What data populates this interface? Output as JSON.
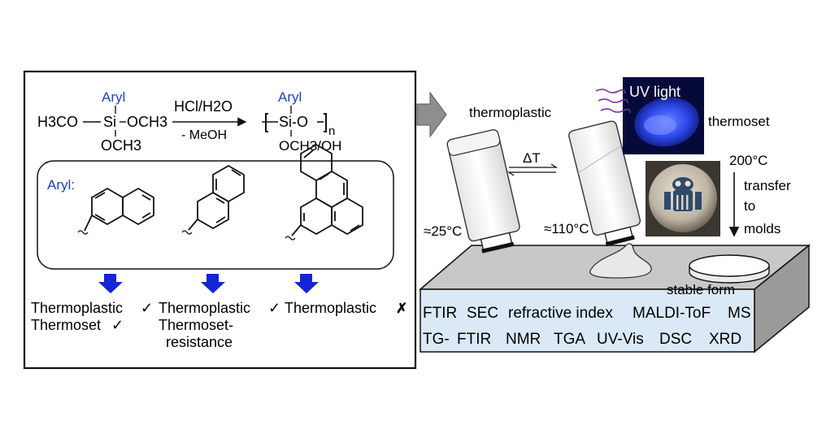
{
  "reaction": {
    "aryl_top": "Aryl",
    "reactant_left": "H3CO",
    "reactant_si": "Si",
    "reactant_right": "OCH3",
    "reactant_bottom": "OCH3",
    "reagent_top": "HCl/H2O",
    "reagent_bottom": "- MeOH",
    "product_aryl": "Aryl",
    "product_chain": "Si-O",
    "product_n": "n",
    "product_bottom": "OCH3/OH"
  },
  "aryl_box": {
    "label": "Aryl:"
  },
  "outcomes": [
    {
      "line1": "Thermoplastic",
      "mark1": "✓",
      "line2": "Thermoset",
      "mark2": "✓",
      "line3": ""
    },
    {
      "line1": "Thermoplastic",
      "mark1": "✓",
      "line2": "Thermoset-",
      "mark2": "",
      "line3": "resistance"
    },
    {
      "line1": "Thermoplastic",
      "mark1": "✗",
      "line2": "",
      "mark2": "",
      "line3": ""
    }
  ],
  "process": {
    "thermoplastic": "thermoplastic",
    "delta_t": "ΔT",
    "temp_left": "≈25°C",
    "temp_right": "≈110°C",
    "uv_light": "UV light",
    "thermoset": "thermoset",
    "temp_200": "200°C",
    "transfer": [
      "transfer",
      "to",
      "molds"
    ],
    "stable_form": "stable form"
  },
  "methods": {
    "row1": [
      "FTIR",
      "SEC",
      "refractive index",
      "MALDI-ToF",
      "MS"
    ],
    "row2": [
      "TG-",
      "FTIR",
      "NMR",
      "TGA",
      "UV-Vis",
      "DSC",
      "XRD"
    ]
  },
  "colors": {
    "aryl_blue": "#1f3fd0",
    "arrow_blue": "#1424d8",
    "platform_top": "#c8c8c8",
    "platform_front": "#dbe8f6",
    "platform_side": "#9a9a9a",
    "uv_bg": "#050a3a",
    "uv_glow": "#3355ff"
  }
}
